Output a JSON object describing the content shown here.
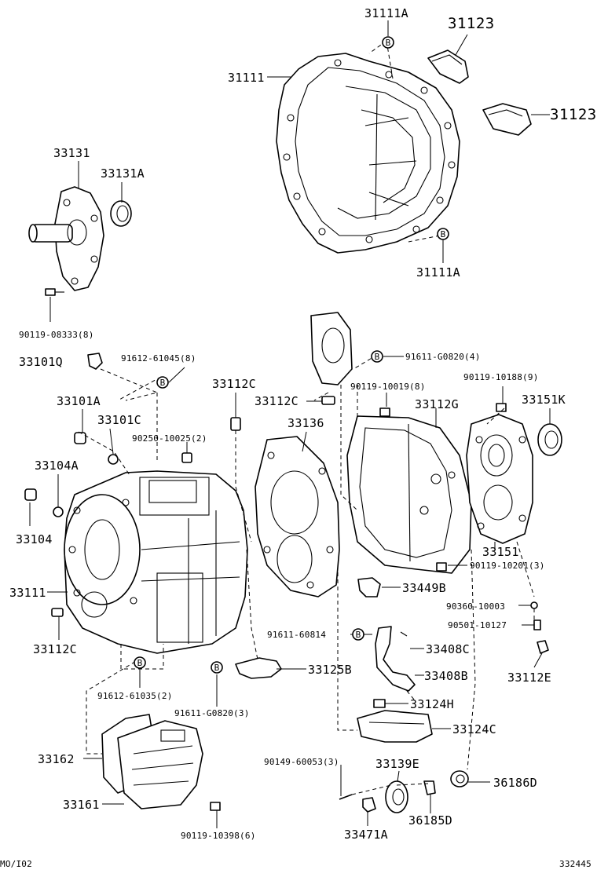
{
  "diagram": {
    "labels": {
      "l31111A_top": "31111A",
      "l31123_a": "31123",
      "l31111": "31111",
      "l31123_b": "31123",
      "l33131": "33131",
      "l33131A": "33131A",
      "l31111A_bot": "31111A",
      "l90119_08333": "90119-08333(8)",
      "l91611_G0820_4": "91611-G0820(4)",
      "l33101Q": "33101Q",
      "l91612_61045": "91612-61045(8)",
      "l33112C_a": "33112C",
      "l90119_10019": "90119-10019(8)",
      "l90119_10188": "90119-10188(9)",
      "l33101A": "33101A",
      "l33112C_b": "33112C",
      "l33112G": "33112G",
      "l33151K": "33151K",
      "l33101C": "33101C",
      "l33136": "33136",
      "l90250_10025": "90250-10025(2)",
      "l33104A": "33104A",
      "l33104": "33104",
      "l33151": "33151",
      "l90119_10201": "90119-10201(3)",
      "l33449B": "33449B",
      "l33111": "33111",
      "l90360_10003": "90360-10003",
      "l91611_60814": "91611-60814",
      "l90501_10127": "90501-10127",
      "l33408C": "33408C",
      "l33112C_c": "33112C",
      "l33125B": "33125B",
      "l33408B": "33408B",
      "l33112E": "33112E",
      "l91612_61035": "91612-61035(2)",
      "l91611_G0820_3": "91611-G0820(3)",
      "l33124H": "33124H",
      "l33124C": "33124C",
      "l33162": "33162",
      "l90149_60053": "90149-60053(3)",
      "l33139E": "33139E",
      "l36186D": "36186D",
      "l33161": "33161",
      "l36185D": "36185D",
      "l90119_10398": "90119-10398(6)",
      "l33471A": "33471A"
    },
    "callout_markers": {
      "marker_letter": "B"
    },
    "footer": {
      "left_code": "MO/I02",
      "right_code": "332445"
    }
  }
}
